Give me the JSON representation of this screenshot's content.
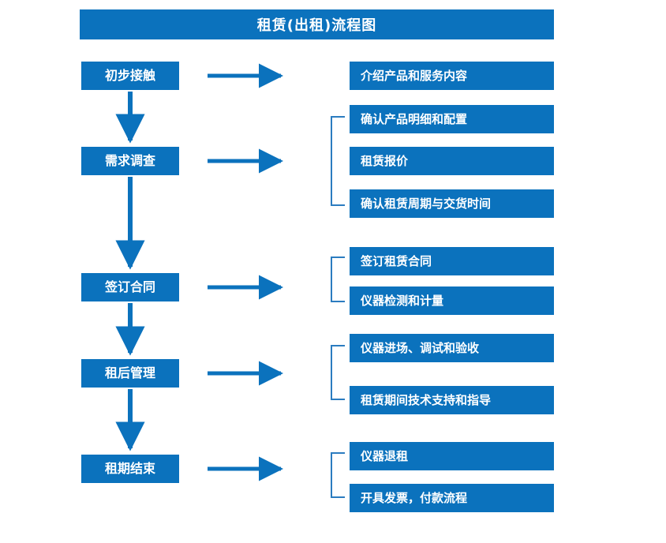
{
  "diagram": {
    "title": "租赁(出租)流程图",
    "accent_color": "#0b72bd",
    "bracket_color": "#2b7cc0",
    "background_color": "#ffffff",
    "text_color": "#ffffff",
    "type": "flowchart",
    "orientation": "vertical-stages-with-horizontal-details"
  },
  "stages": [
    {
      "id": "stage-1",
      "label": "初步接触",
      "details": [
        {
          "id": "detail-1-1",
          "label": "介绍产品和服务内容"
        }
      ]
    },
    {
      "id": "stage-2",
      "label": "需求调查",
      "details": [
        {
          "id": "detail-2-1",
          "label": "确认产品明细和配置"
        },
        {
          "id": "detail-2-2",
          "label": "租赁报价"
        },
        {
          "id": "detail-2-3",
          "label": "确认租赁周期与交货时间"
        }
      ]
    },
    {
      "id": "stage-3",
      "label": "签订合同",
      "details": [
        {
          "id": "detail-3-1",
          "label": "签订租赁合同"
        },
        {
          "id": "detail-3-2",
          "label": "仪器检测和计量"
        }
      ]
    },
    {
      "id": "stage-4",
      "label": "租后管理",
      "details": [
        {
          "id": "detail-4-1",
          "label": "仪器进场、调试和验收"
        },
        {
          "id": "detail-4-2",
          "label": "租赁期间技术支持和指导"
        }
      ]
    },
    {
      "id": "stage-5",
      "label": "租期结束",
      "details": [
        {
          "id": "detail-5-1",
          "label": "仪器退租"
        },
        {
          "id": "detail-5-2",
          "label": "开具发票，付款流程"
        }
      ]
    }
  ],
  "connectors": {
    "horizontal_arrow_icon": "arrow-right-icon",
    "vertical_arrow_icon": "arrow-down-icon",
    "bracket_icon": "brace-left-icon"
  }
}
